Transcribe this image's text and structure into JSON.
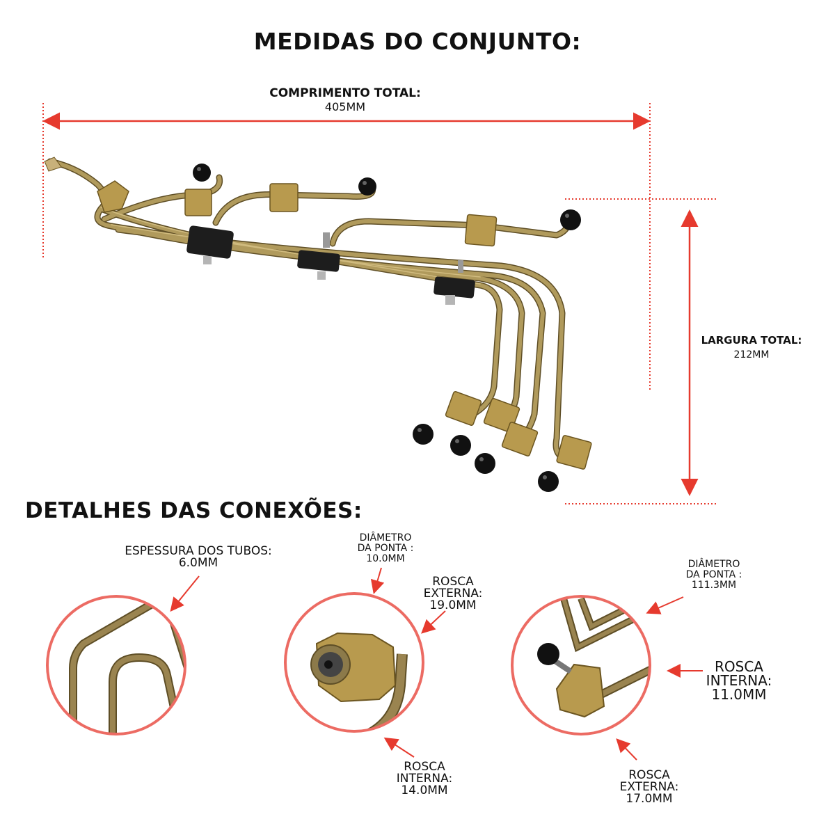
{
  "titles": {
    "main": "MEDIDAS DO CONJUNTO:",
    "details": "DETALHES DAS CONEXÕES:"
  },
  "dimensions": {
    "length_label": "COMPRIMENTO TOTAL:",
    "length_value": "405MM",
    "width_label": "LARGURA TOTAL:",
    "width_value": "212MM"
  },
  "detail1": {
    "label": "ESPESSURA DOS TUBOS:",
    "value": "6.0MM"
  },
  "detail2": {
    "diam_l1": "DIÂMETRO",
    "diam_l2": "DA PONTA :",
    "diam_value": "10.0MM",
    "ext_l1": "ROSCA",
    "ext_l2": "EXTERNA:",
    "ext_value": "19.0MM",
    "int_l1": "ROSCA",
    "int_l2": "INTERNA:",
    "int_value": "14.0MM"
  },
  "detail3": {
    "diam_l1": "DIÂMETRO",
    "diam_l2": "DA PONTA :",
    "diam_value": "111.3MM",
    "int_l1": "ROSCA",
    "int_l2": "INTERNA:",
    "int_value": "11.0MM",
    "ext_l1": "ROSCA",
    "ext_l2": "EXTERNA:",
    "ext_value": "17.0MM"
  },
  "colors": {
    "accent": "#e63a2e",
    "circle": "#ec6b63",
    "brass": "#9a8450",
    "nut": "#b89a4e",
    "cap": "#111111"
  }
}
